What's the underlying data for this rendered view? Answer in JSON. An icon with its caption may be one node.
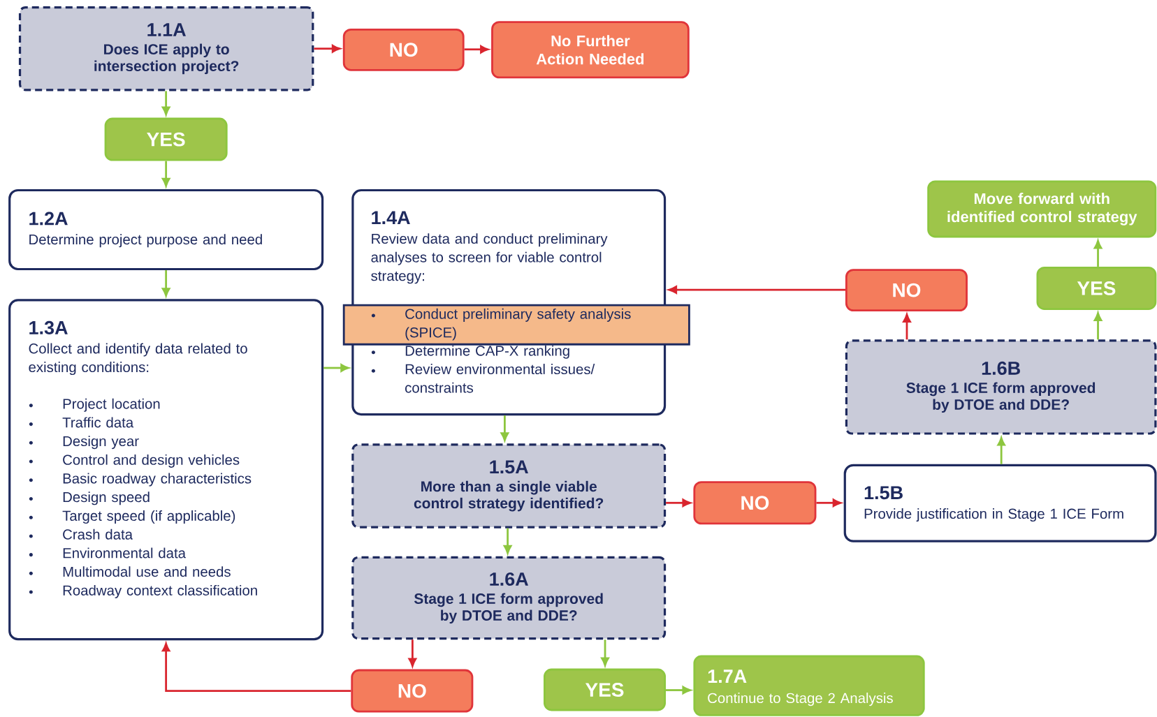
{
  "diagram": {
    "nodes": [
      {
        "text": [
          "1.1A",
          "Does ICE apply to intersection project?"
        ]
      },
      {
        "text": [
          "NO"
        ]
      },
      {
        "text": [
          "No Further Action Needed"
        ]
      },
      {
        "text": [
          "YES"
        ]
      },
      {
        "text": [
          "1.2A",
          "Determine project purpose and need"
        ]
      },
      {
        "text": [
          "1.3A",
          "Collect and identify data related to existing conditions:",
          "Project location",
          "Traffic data",
          "Design year",
          "Control and design vehicles",
          "Basic roadway characteristics",
          "Design speed",
          "Target speed (if applicable)",
          "Crash data",
          "Environmental data",
          "Multimodal use and needs",
          "Roadway context classification"
        ]
      },
      {
        "text": [
          "1.4A",
          "Review data and conduct preliminary analyses to screen for viable control strategy:",
          "Determine CAP-X ranking",
          "Review environmental issues/ constraints"
        ]
      },
      {
        "text": [
          "Conduct preliminary safety analysis (SPICE)"
        ]
      },
      {
        "text": [
          "1.5A",
          "More than a single viable control strategy identified?"
        ]
      },
      {
        "text": [
          "NO"
        ]
      },
      {
        "text": [
          "1.5B",
          "Provide justification in Stage 1 ICE Form"
        ]
      },
      {
        "text": [
          "1.6A",
          "Stage 1 ICE form approved by DTOE and DDE?"
        ]
      },
      {
        "text": [
          "NO"
        ]
      },
      {
        "text": [
          "YES"
        ]
      },
      {
        "text": [
          "1.7A",
          "Continue to Stage 2 Analysis"
        ]
      },
      {
        "text": [
          "1.6B",
          "Stage 1 ICE form approved by DTOE and DDE?"
        ]
      },
      {
        "text": [
          "NO"
        ]
      },
      {
        "text": [
          "YES"
        ]
      },
      {
        "text": [
          "Move forward with identified control strategy"
        ]
      }
    ],
    "edges": [
      {
        "from": 0,
        "to": 1,
        "arrow": "to",
        "color": "#d9252e"
      },
      {
        "from": 1,
        "to": 2,
        "arrow": "to",
        "color": "#d9252e"
      },
      {
        "from": 0,
        "to": 3,
        "arrow": "to"
      },
      {
        "from": 3,
        "to": 4,
        "arrow": "to"
      },
      {
        "from": 4,
        "to": 5,
        "arrow": "to"
      },
      {
        "from": 5,
        "to": 6,
        "arrow": "to"
      },
      {
        "from": 6,
        "to": 8,
        "arrow": "to"
      },
      {
        "from": 8,
        "to": 9,
        "arrow": "to",
        "color": "#d9252e"
      },
      {
        "from": 9,
        "to": 10,
        "arrow": "to",
        "color": "#d9252e"
      },
      {
        "from": 8,
        "to": 11,
        "arrow": "to"
      },
      {
        "from": 10,
        "to": 15,
        "arrow": "to"
      },
      {
        "from": 15,
        "to": 16,
        "arrow": "to",
        "color": "#d9252e"
      },
      {
        "from": 15,
        "to": 17,
        "arrow": "to"
      },
      {
        "from": 17,
        "to": 18,
        "arrow": "to"
      },
      {
        "from": 16,
        "to": 6,
        "arrow": "to",
        "color": "#d9252e"
      },
      {
        "from": 11,
        "to": 12,
        "arrow": "to",
        "color": "#d9252e"
      },
      {
        "from": 11,
        "to": 13,
        "arrow": "to"
      },
      {
        "from": 13,
        "to": 14,
        "arrow": "to"
      },
      {
        "from": 12,
        "to": 5,
        "arrow": "to",
        "color": "#d9252e"
      }
    ]
  }
}
